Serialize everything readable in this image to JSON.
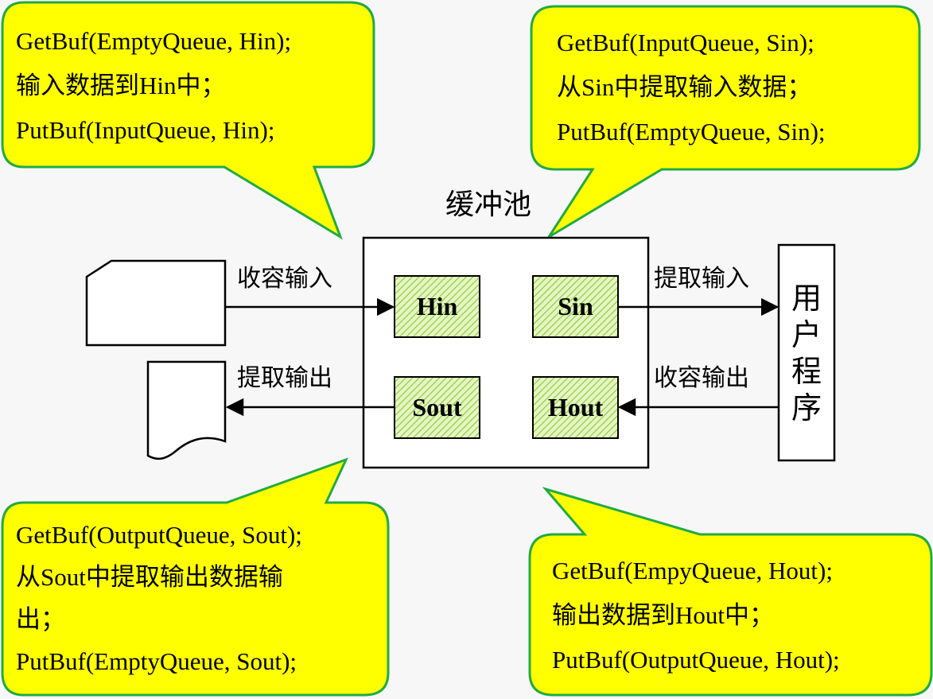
{
  "callouts": {
    "hin_input": {
      "lines": [
        "GetBuf(EmptyQueue, Hin);",
        "输入数据到Hin中；",
        "PutBuf(InputQueue, Hin);"
      ]
    },
    "sin_extract": {
      "lines": [
        "GetBuf(InputQueue, Sin);",
        "从Sin中提取输入数据；",
        "PutBuf(EmptyQueue, Sin);"
      ]
    },
    "sout_output": {
      "lines": [
        "GetBuf(OutputQueue, Sout);",
        "从Sout中提取输出数据输",
        "出；",
        "PutBuf(EmptyQueue, Sout);"
      ]
    },
    "hout_output": {
      "lines": [
        "GetBuf(EmpyQueue, Hout);",
        "输出数据到Hout中；",
        "PutBuf(OutputQueue, Hout);"
      ]
    }
  },
  "pool": {
    "title": "缓冲池",
    "buffers": {
      "hin": "Hin",
      "sin": "Sin",
      "sout": "Sout",
      "hout": "Hout"
    }
  },
  "arrows": {
    "accept_input": "收容输入",
    "extract_input": "提取输入",
    "extract_output": "提取输出",
    "accept_output": "收容输出"
  },
  "user_program": {
    "chars": [
      "用",
      "户",
      "程",
      "序"
    ]
  },
  "colors": {
    "callout_fill": "#ffff00",
    "callout_border": "#22aa44",
    "buffer_fill": "#d8f0a8",
    "buffer_stripe": "#8fcf40"
  }
}
